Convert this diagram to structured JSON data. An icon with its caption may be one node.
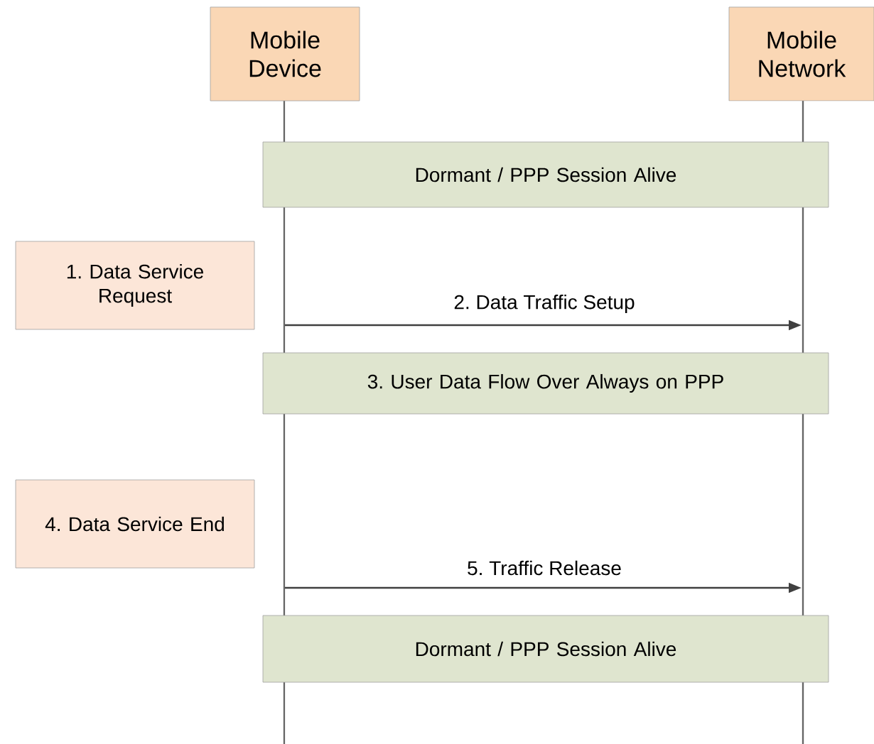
{
  "diagram": {
    "nodes": [
      {
        "text": [
          "Mobile Device"
        ]
      },
      {
        "text": [
          "Mobile Network"
        ]
      },
      {
        "text": [
          "Dormant / PPP Session Alive"
        ]
      },
      {
        "text": [
          "1. Data Service Request"
        ]
      },
      {
        "text": [
          "3. User Data Flow Over Always on PPP"
        ]
      },
      {
        "text": [
          "4. Data Service End"
        ]
      },
      {
        "text": [
          "Dormant / PPP Session Alive"
        ]
      }
    ],
    "edges": [
      {
        "from": 0,
        "to": 1,
        "arrow": "to",
        "label": "2. Data Traffic Setup"
      },
      {
        "from": 0,
        "to": 1,
        "arrow": "to",
        "label": "5. Traffic Release"
      }
    ]
  }
}
